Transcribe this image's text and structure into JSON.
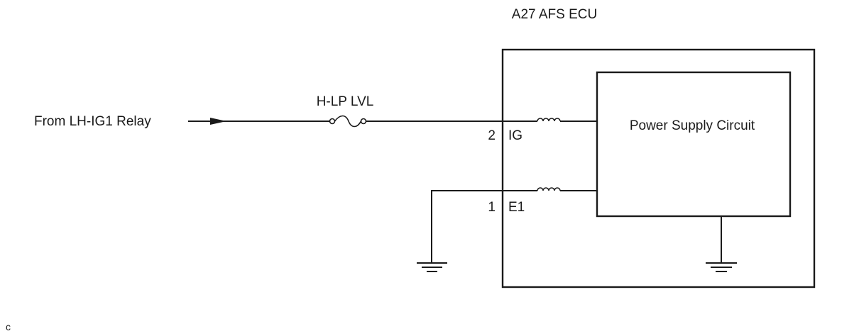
{
  "ecu": {
    "title": "A27 AFS ECU",
    "internal_block_label": "Power Supply Circuit"
  },
  "source": {
    "label": "From LH-IG1 Relay"
  },
  "fuse": {
    "label": "H-LP LVL"
  },
  "pins": [
    {
      "number": "2",
      "name": "IG"
    },
    {
      "number": "1",
      "name": "E1"
    }
  ],
  "corner_mark": "c",
  "colors": {
    "line": "#1a1a1a",
    "background": "#ffffff"
  }
}
